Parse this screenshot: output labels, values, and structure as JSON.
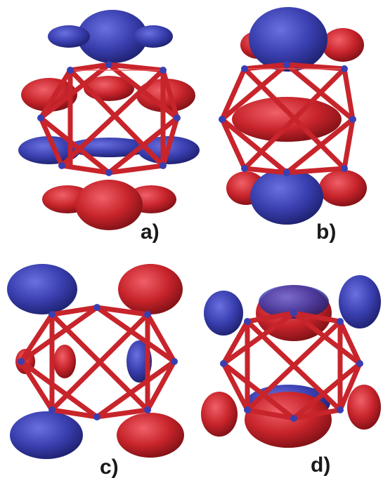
{
  "figure": {
    "colors": {
      "positive_lobe": "#c8242b",
      "negative_lobe": "#3a3fb0",
      "framework": "#c8242b",
      "background": "#ffffff",
      "label": "#1a1a1a"
    },
    "panels": [
      {
        "id": "a",
        "label": "a)"
      },
      {
        "id": "b",
        "label": "b)"
      },
      {
        "id": "c",
        "label": "c)"
      },
      {
        "id": "d",
        "label": "d)"
      }
    ]
  }
}
